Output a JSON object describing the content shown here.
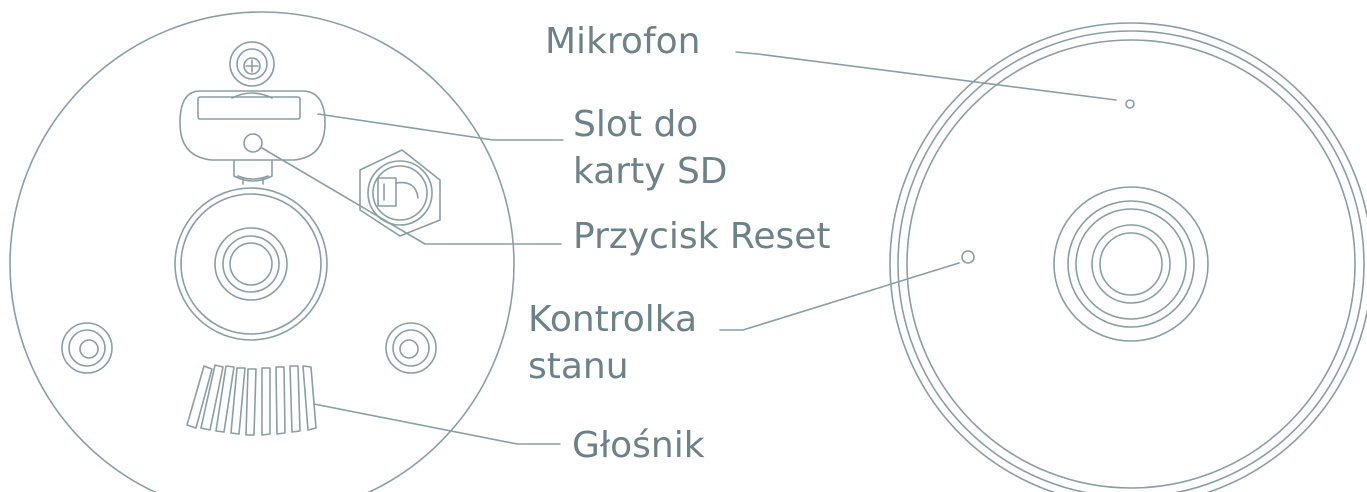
{
  "colors": {
    "stroke": "#8a9ea3",
    "text": "#6b8288"
  },
  "labels": {
    "microphone": "Mikrofon",
    "sd_slot_line1": "Slot do",
    "sd_slot_line2": "karty SD",
    "reset_button": "Przycisk Reset",
    "status_led_line1": "Kontrolka",
    "status_led_line2": "stanu",
    "speaker": "Głośnik"
  }
}
